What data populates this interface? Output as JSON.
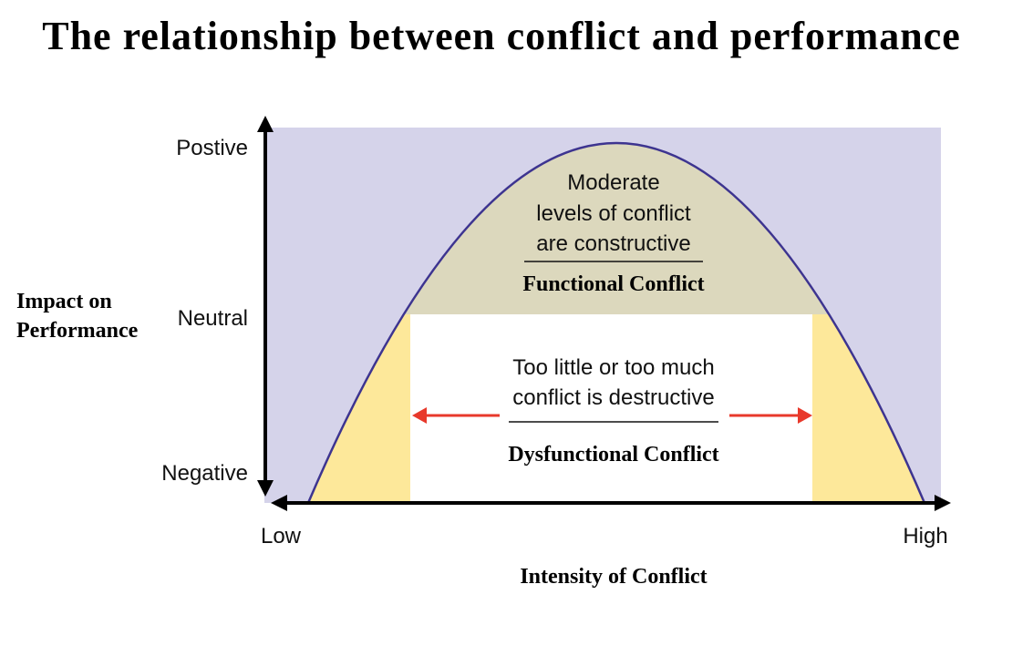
{
  "title": "The relationship between conflict and performance",
  "y_axis": {
    "label_line1": "Impact on",
    "label_line2": "Performance",
    "ticks": {
      "top": "Postive",
      "middle": "Neutral",
      "bottom": "Negative"
    }
  },
  "x_axis": {
    "label": "Intensity of Conflict",
    "ticks": {
      "left": "Low",
      "right": "High"
    }
  },
  "functional_zone": {
    "line1": "Moderate",
    "line2": "levels of conflict",
    "line3": "are constructive",
    "heading": "Functional Conflict"
  },
  "dysfunctional_zone": {
    "line1": "Too little or too much",
    "line2": "conflict is destructive",
    "heading": "Dysfunctional Conflict"
  },
  "colors": {
    "background_region": "#d5d3ea",
    "functional_fill": "#dcd8bd",
    "dysfunctional_fill": "#fde89a",
    "curve": "#3d3490",
    "arrow": "#e8392b"
  }
}
